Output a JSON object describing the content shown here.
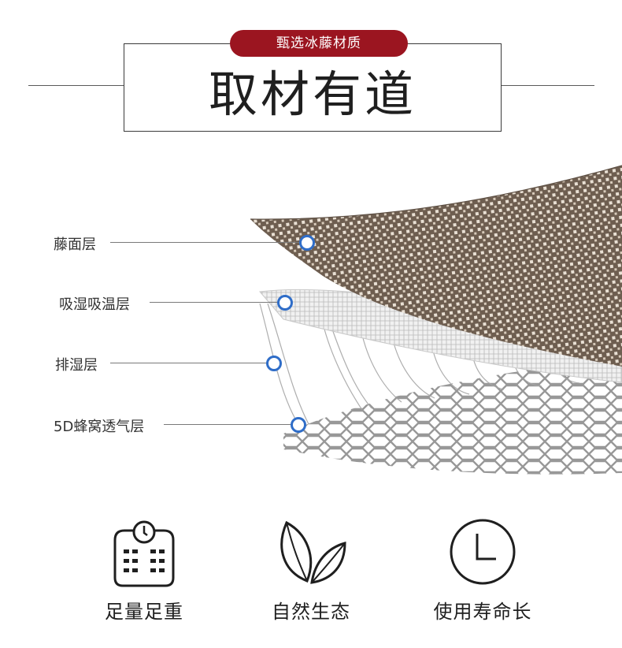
{
  "header": {
    "badge": "甄选冰藤材质",
    "title": "取材有道"
  },
  "layers": [
    {
      "label": "藤面层"
    },
    {
      "label": "吸湿吸温层"
    },
    {
      "label": "排湿层"
    },
    {
      "label": "5D蜂窝透气层"
    }
  ],
  "features": [
    {
      "label": "足量足重",
      "icon": "weight-scale-icon"
    },
    {
      "label": "自然生态",
      "icon": "leaf-icon"
    },
    {
      "label": "使用寿命长",
      "icon": "clock-icon"
    }
  ],
  "colors": {
    "badge_bg": "#9b1520",
    "dot_ring": "#2f6dc8",
    "rattan": "#8a7a6a"
  }
}
